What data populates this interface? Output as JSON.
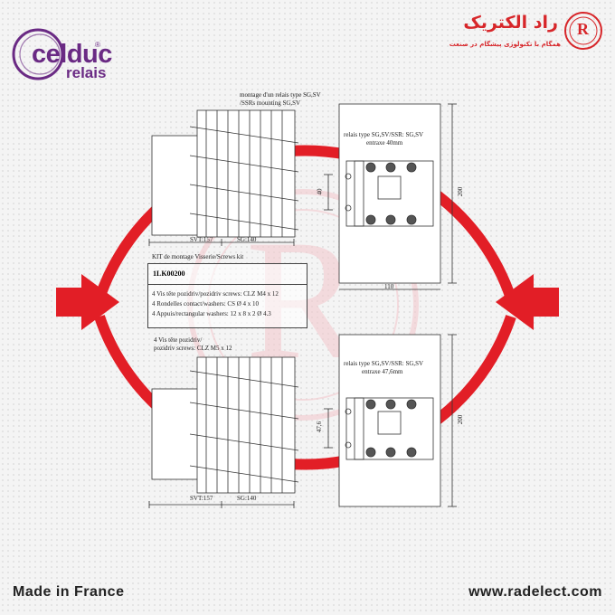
{
  "brand": {
    "name": "celduc",
    "sub": "relais",
    "mark": "®",
    "color": "#6a2a84"
  },
  "dealer": {
    "logo_text": "راد الکتریک",
    "tagline": "همگام با تکنولوژی پیشگام در صنعت",
    "emblem_letter": "R",
    "color": "#d7262a"
  },
  "footer": {
    "left": "Made in France",
    "right": "www.radelect.com"
  },
  "drawing": {
    "top_title": [
      "montage d'un relais type SG,SV",
      "/SSRs mounting SG,SV"
    ],
    "top_relay_title": [
      "relais type SG,SV/SSR: SG,SV",
      "entraxe 40mm"
    ],
    "dim_sv_top": "SVT:157",
    "dim_sg_top": "SG:140",
    "dim_40": "40",
    "dim_200_top": "200",
    "dim_110": "110",
    "kit_title": "KIT de montage Visserie/Screws kit",
    "kit_ref": "1LK00200",
    "kit_lines": [
      "4 Vis tête pozidriv/pozidriv screws: CLZ  M4 x 12",
      "4 Rondelles contact/washers:      CS Ø 4 x 10",
      "4 Appuis/rectangular washers:   12 x 8  x 2  Ø 4.3"
    ],
    "bottom_screw_note": [
      "4 Vis tête pozidriv/",
      "pozidriv screws: CLZ  M5 x 12"
    ],
    "bottom_relay_title": [
      "relais type SG,SV/SSR: SG,SV",
      "entraxe 47,6mm"
    ],
    "dim_47": "47,6",
    "dim_200_bottom": "200",
    "dim_sv_bottom": "SVT:157",
    "dim_sg_bottom": "SG:140"
  },
  "colors": {
    "arrow": "#e21e26",
    "line": "#333333",
    "watermark": "#f3c6cb"
  }
}
